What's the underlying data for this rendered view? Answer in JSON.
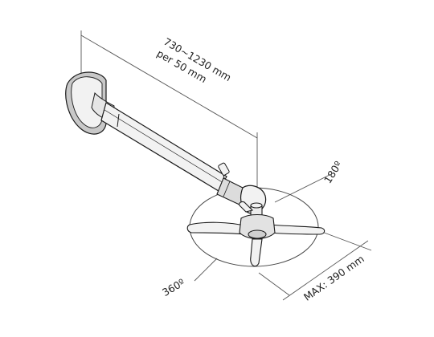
{
  "dimensions": {
    "length_range": "730~1230 mm",
    "length_step": "per 50 mm",
    "tilt_angle": "180º",
    "rotation_angle": "360º",
    "max_span": "MAX: 390 mm"
  },
  "colors": {
    "line": "#1a1a1a",
    "dimension_line": "#555555",
    "metal_fill": "#f2f2f2",
    "shadow_fill": "#c8c8c8"
  }
}
